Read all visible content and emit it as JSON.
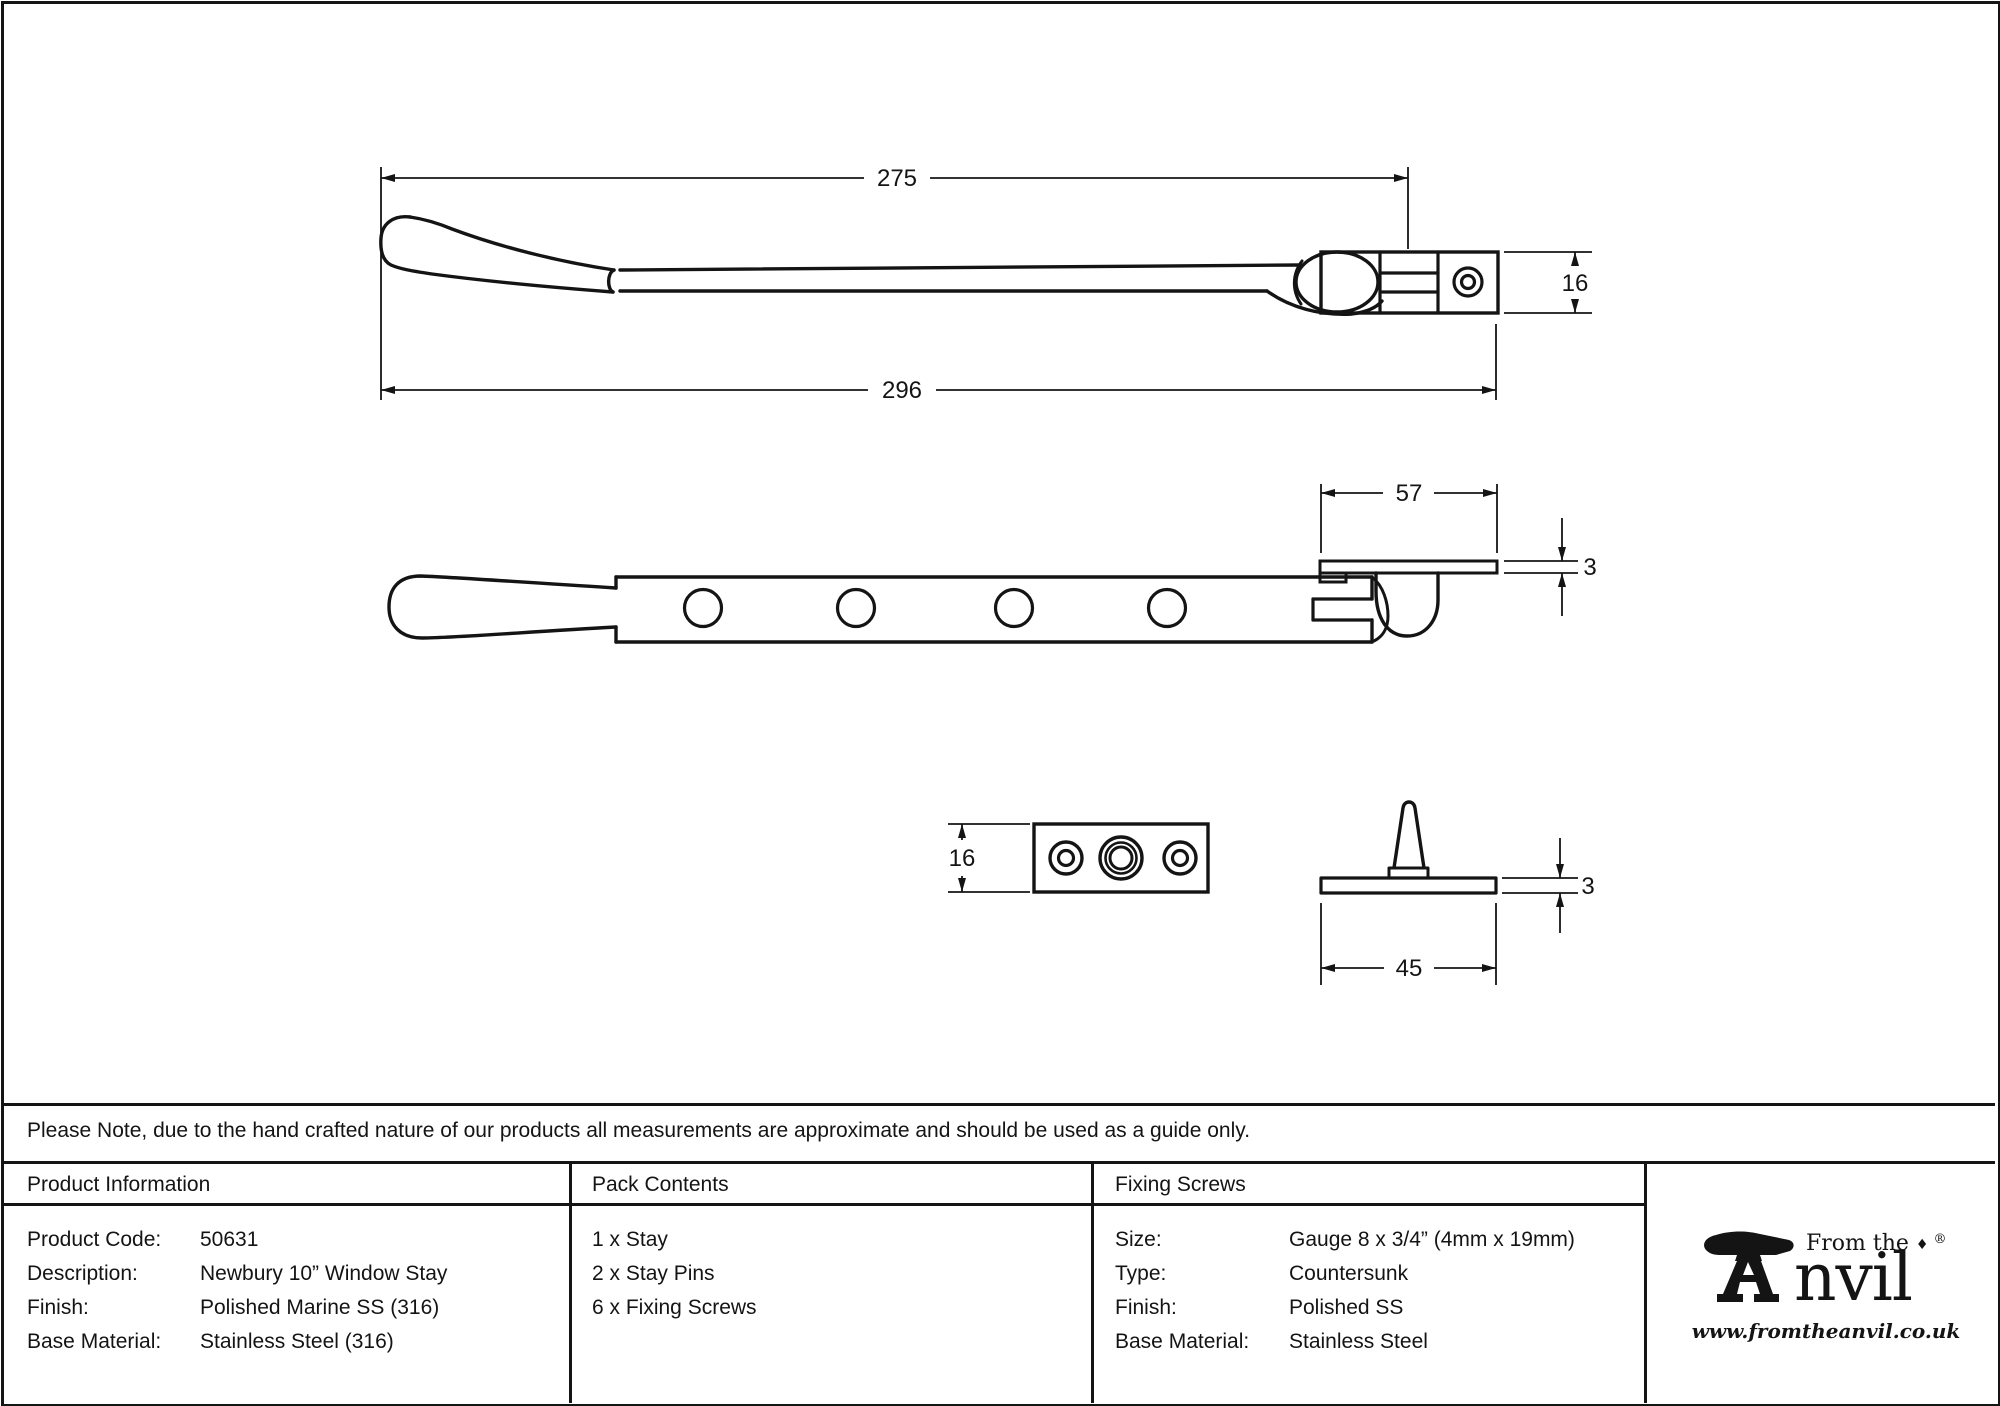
{
  "note": {
    "text": "Please Note, due to the hand crafted nature of our products all measurements are approximate and should be used as a guide only."
  },
  "drawings": {
    "stay_side_view": {
      "dim_length_to_pivot": "275",
      "dim_overall_length": "296",
      "dim_bracket_height": "16"
    },
    "stay_top_view": {
      "dim_keeper_length": "57",
      "dim_keeper_thickness": "3"
    },
    "keeper_plate_view": {
      "dim_plate_width": "16"
    },
    "stay_pin_view": {
      "dim_base_thickness": "3",
      "dim_base_width": "45"
    }
  },
  "table": {
    "product_information": {
      "title": "Product Information",
      "rows": [
        {
          "label": "Product Code:",
          "value": "50631"
        },
        {
          "label": "Description:",
          "value": "Newbury 10” Window Stay"
        },
        {
          "label": "Finish:",
          "value": "Polished Marine SS (316)"
        },
        {
          "label": "Base Material:",
          "value": "Stainless Steel (316)"
        }
      ]
    },
    "pack_contents": {
      "title": "Pack Contents",
      "items": [
        "1 x Stay",
        "2 x Stay Pins",
        "6 x Fixing Screws"
      ]
    },
    "fixing_screws": {
      "title": "Fixing Screws",
      "rows": [
        {
          "label": "Size:",
          "value": "Gauge 8 x 3/4” (4mm x 19mm)"
        },
        {
          "label": "Type:",
          "value": "Countersunk"
        },
        {
          "label": "Finish:",
          "value": "Polished SS"
        },
        {
          "label": "Base Material:",
          "value": "Stainless Steel"
        }
      ]
    }
  },
  "brand": {
    "prefix": "From the",
    "diamond": "♦",
    "registered": "®",
    "wordmark_rest": "nvil",
    "website": "www.fromtheanvil.co.uk"
  }
}
